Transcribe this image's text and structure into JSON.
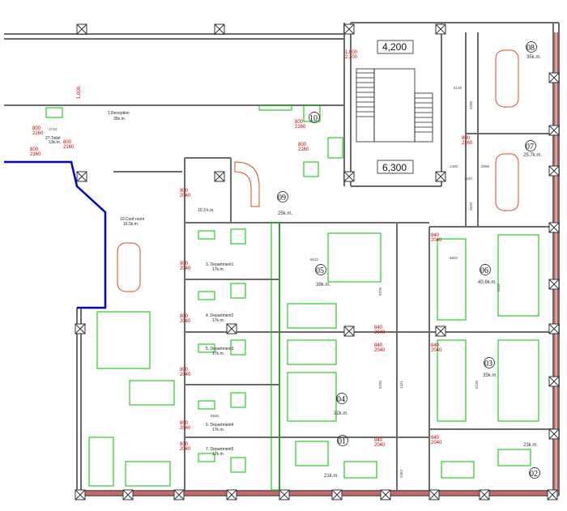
{
  "rooms": [
    {
      "id": "reception",
      "name": "1.Reception",
      "area": "35k.m."
    },
    {
      "id": "toilet",
      "name": "27.Toilet",
      "area": "13k.m."
    },
    {
      "id": "conf",
      "name": "10.Conf room",
      "area": "16.5k.m."
    },
    {
      "id": "r09",
      "num": "09",
      "area": "25k.m."
    },
    {
      "id": "r10",
      "num": "10"
    },
    {
      "id": "small",
      "area": "10.3 k.m."
    },
    {
      "id": "dept1",
      "name": "3. Department1",
      "area": "17k.m."
    },
    {
      "id": "dept2",
      "name": "4. Department2",
      "area": "17k.m."
    },
    {
      "id": "dept3",
      "name": "5. Department3",
      "area": "17k.m."
    },
    {
      "id": "dept4",
      "name": "6. Department4",
      "area": "17k.m."
    },
    {
      "id": "dept5",
      "name": "7. Department5",
      "area": "17k.m."
    },
    {
      "id": "r05",
      "num": "05",
      "area": "38k.m."
    },
    {
      "id": "r04",
      "num": "04",
      "area": "32k.m."
    },
    {
      "id": "r01",
      "num": "01",
      "area": "21k.m."
    },
    {
      "id": "r06",
      "num": "06",
      "area": "40.6k.m."
    },
    {
      "id": "r03",
      "num": "03",
      "area": "35k.m."
    },
    {
      "id": "r02",
      "num": "02",
      "area": "23k.m."
    },
    {
      "id": "r07",
      "num": "07",
      "area": "25.7k.m."
    },
    {
      "id": "r08",
      "num": "08",
      "area": "35k.m."
    }
  ],
  "stair_levels": [
    "4,200",
    "6,300"
  ],
  "door_tags": {
    "a": [
      "1,000",
      "2,100"
    ],
    "b": [
      "800",
      "2160"
    ],
    "c": [
      "900",
      "2040"
    ],
    "d": [
      "840",
      "2040"
    ],
    "e": [
      "800",
      "2040"
    ]
  },
  "dims": [
    "6012",
    "6604",
    "6136",
    "4058",
    "1400",
    "1710",
    "5532",
    "5378",
    "5147",
    "5330",
    "5126",
    "2463",
    "1421",
    "3700",
    "3620",
    "1100"
  ],
  "colors": {
    "wall": "#6b6b6b",
    "furniture": "#00c000",
    "door": "#c00000",
    "blue_wall": "#0000cc",
    "conf_table": "#d05020"
  }
}
